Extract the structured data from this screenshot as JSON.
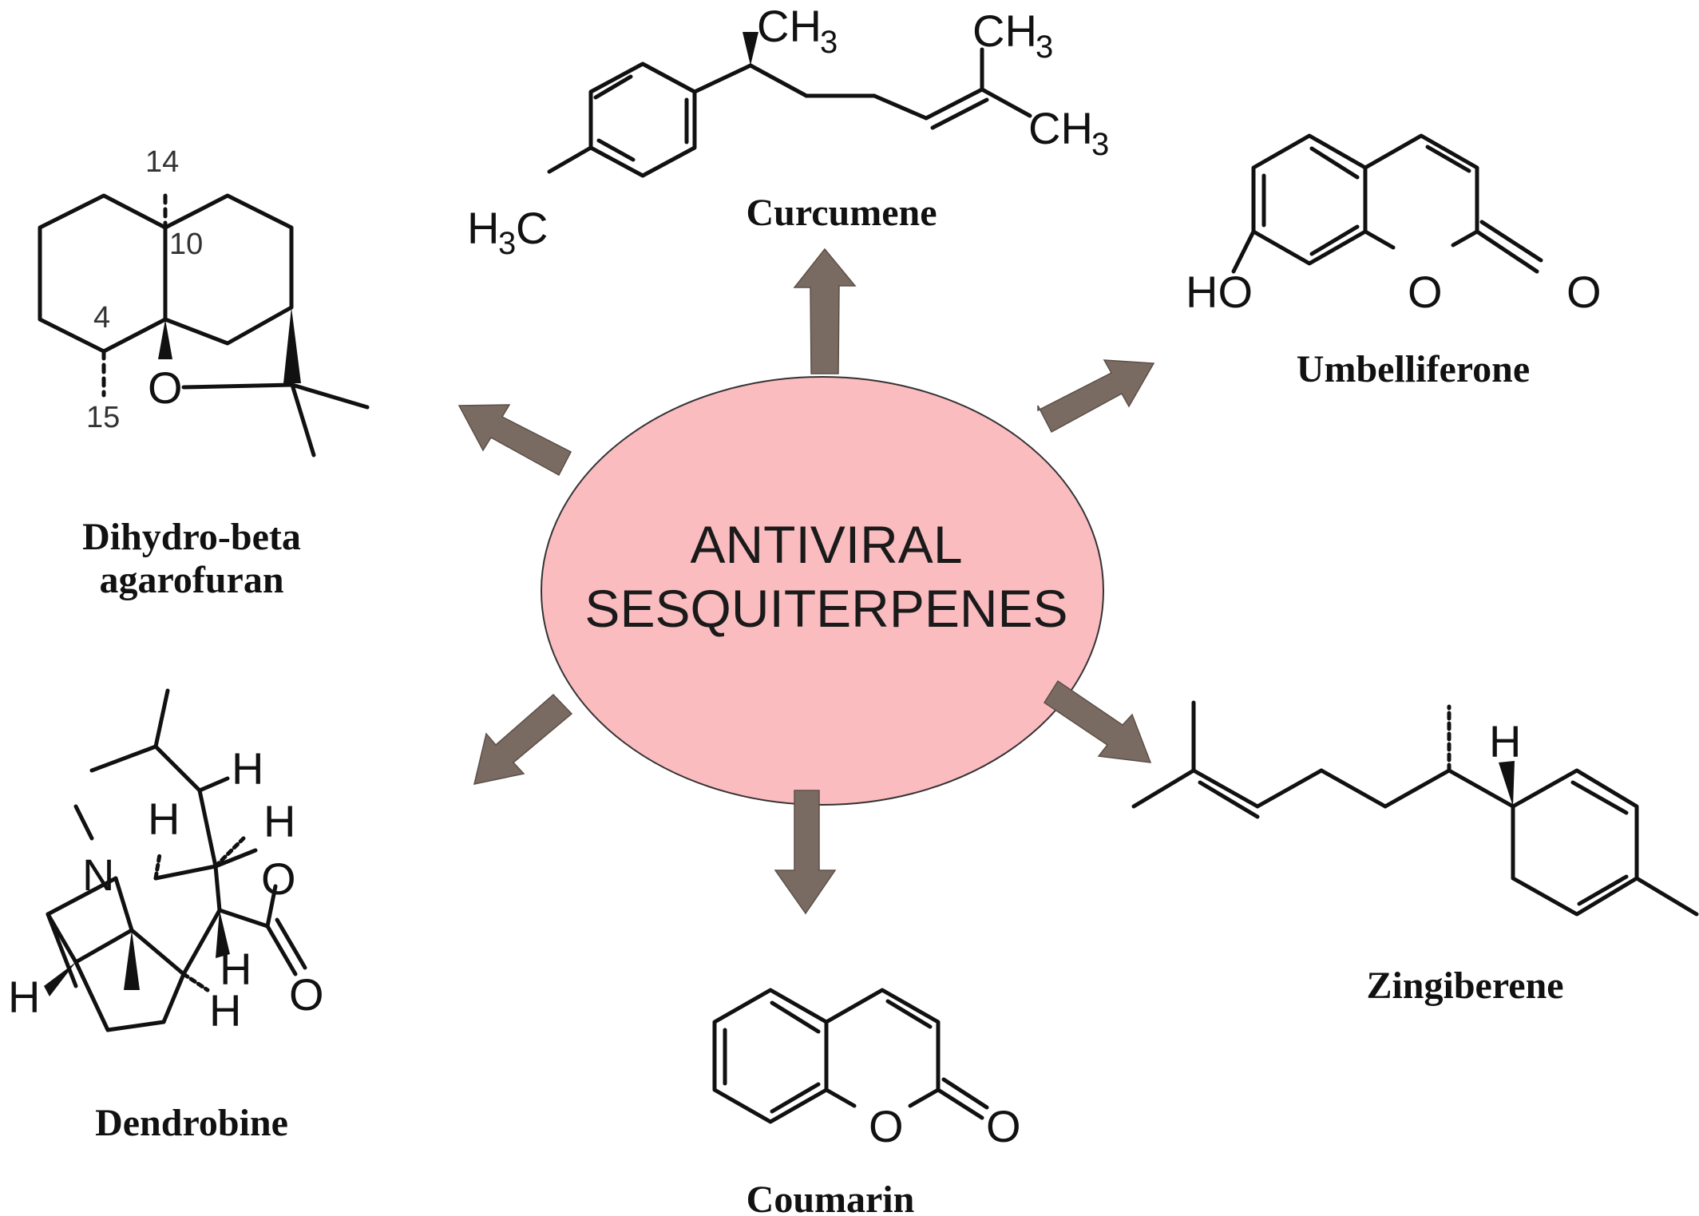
{
  "center": {
    "line1": "ANTIVIRAL",
    "line2": "SESQUITERPENES",
    "fill_color": "#fbbcc0"
  },
  "arrow_color": "#7a6b62",
  "compounds": {
    "curcumene": {
      "name": "Curcumene",
      "ch3_top": "CH",
      "ch3_top_sub": "3",
      "ch3_right_top": "CH",
      "ch3_right_top_sub": "3",
      "ch3_right_bottom": "CH",
      "ch3_right_bottom_sub": "3",
      "h3c_h": "H",
      "h3c_sub": "3",
      "h3c_c": "C"
    },
    "umbelliferone": {
      "name": "Umbelliferone",
      "ho": "HO",
      "ring_o": "O",
      "carbonyl_o": "O"
    },
    "agarofuran": {
      "name_line1": "Dihydro-beta",
      "name_line2": "agarofuran",
      "label_14": "14",
      "label_10": "10",
      "label_4": "4",
      "label_15": "15",
      "ring_o": "O"
    },
    "dendrobine": {
      "name": "Dendrobine",
      "n": "N",
      "o_ring": "O",
      "o_carbonyl": "O",
      "h1": "H",
      "h2": "H",
      "h3": "H",
      "h4": "H",
      "h5": "H",
      "h6": "H"
    },
    "coumarin": {
      "name": "Coumarin",
      "ring_o": "O",
      "carbonyl_o": "O"
    },
    "zingiberene": {
      "name": "Zingiberene",
      "h": "H"
    }
  }
}
